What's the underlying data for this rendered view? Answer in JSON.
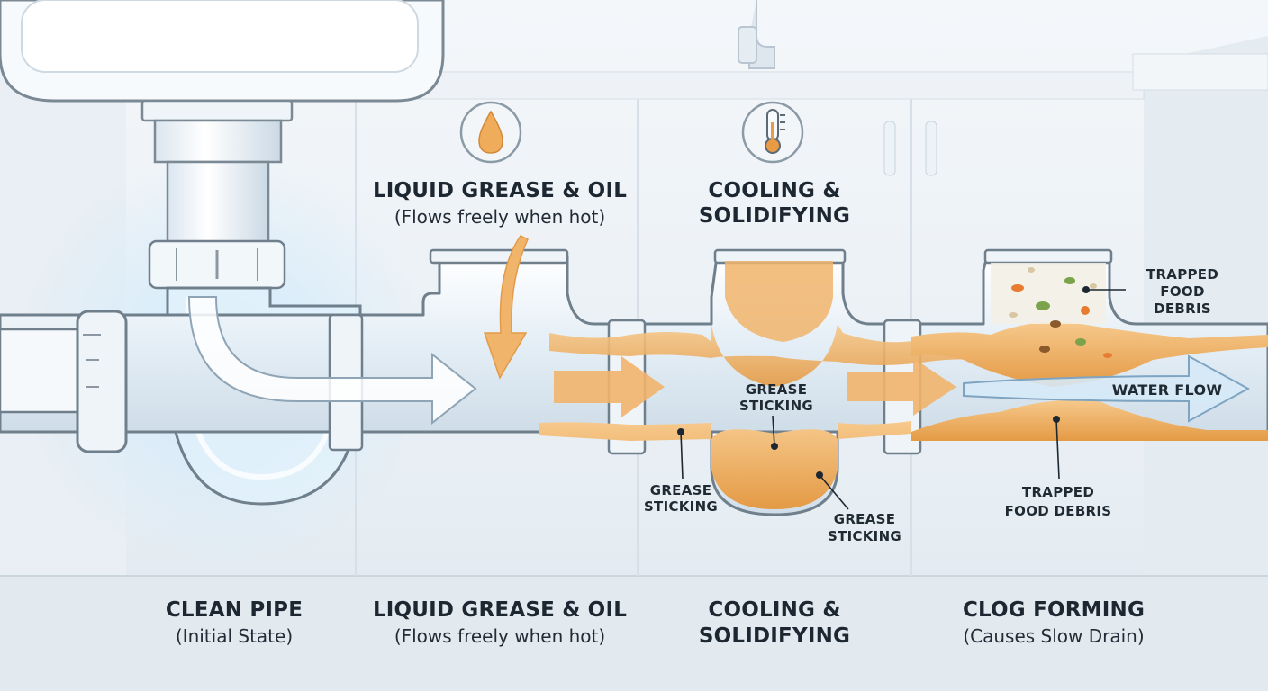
{
  "colors": {
    "background": "#eef3f7",
    "pipe": "#e8f1f7",
    "pipe_outline": "#6f7f8c",
    "grease": "#efb061",
    "grease_dark": "#d68c3a",
    "flow_arrow": "#f1b46b",
    "water_arrow": "#9fc7e6",
    "glow": "#bfe4fb"
  },
  "icons": {
    "stage2": "oil-drop-icon",
    "stage3": "thermometer-icon"
  },
  "stages_top": [
    {
      "title": "LIQUID GREASE & OIL",
      "subtitle": "(Flows freely when hot)"
    },
    {
      "title_lines": [
        "COOLING &",
        "SOLIDIFYING"
      ]
    }
  ],
  "stages_bottom": [
    {
      "title": "CLEAN PIPE",
      "subtitle": "(Initial State)"
    },
    {
      "title": "LIQUID GREASE & OIL",
      "subtitle": "(Flows freely when hot)"
    },
    {
      "title_lines": [
        "COOLING &",
        "SOLIDIFYING"
      ]
    },
    {
      "title": "CLOG FORMING",
      "subtitle": "(Causes Slow Drain)"
    }
  ],
  "callouts": {
    "grease_sticking_center": [
      "GREASE",
      "STICKING"
    ],
    "grease_sticking_left": [
      "GREASE",
      "STICKING"
    ],
    "grease_sticking_right": [
      "GREASE",
      "STICKING"
    ],
    "trapped_debris_top": [
      "TRAPPED",
      "FOOD",
      "DEBRIS"
    ],
    "trapped_debris_bottom": [
      "TRAPPED",
      "FOOD DEBRIS"
    ],
    "water_flow": "WATER FLOW"
  }
}
